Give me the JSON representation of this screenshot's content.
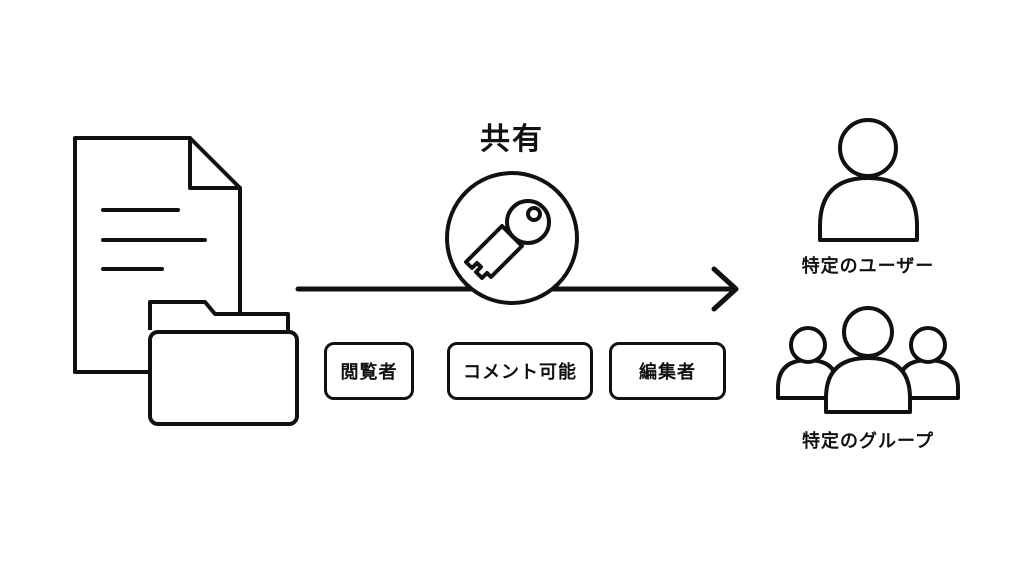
{
  "title": "共有",
  "roles": [
    {
      "label": "閲覧者"
    },
    {
      "label": "コメント可能"
    },
    {
      "label": "編集者"
    }
  ],
  "targets": {
    "user_label": "特定のユーザー",
    "group_label": "特定のグループ"
  },
  "icons": {
    "source": [
      "document-icon",
      "folder-icon"
    ],
    "center": "key-icon",
    "targets": [
      "user-icon",
      "group-icon"
    ]
  },
  "colors": {
    "stroke": "#111111",
    "background": "#ffffff"
  }
}
